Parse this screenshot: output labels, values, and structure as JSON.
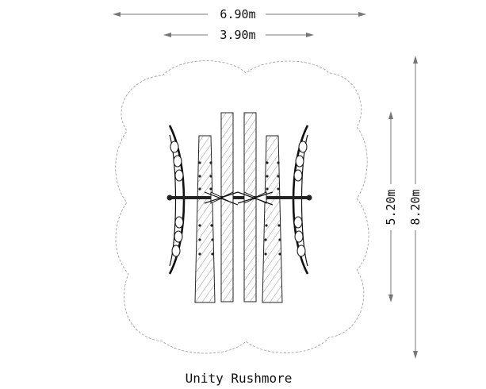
{
  "title": "Unity Rushmore",
  "dimensions": {
    "overall_width": "6.90m",
    "inner_width": "3.90m",
    "inner_height": "5.20m",
    "overall_height": "8.20m"
  }
}
